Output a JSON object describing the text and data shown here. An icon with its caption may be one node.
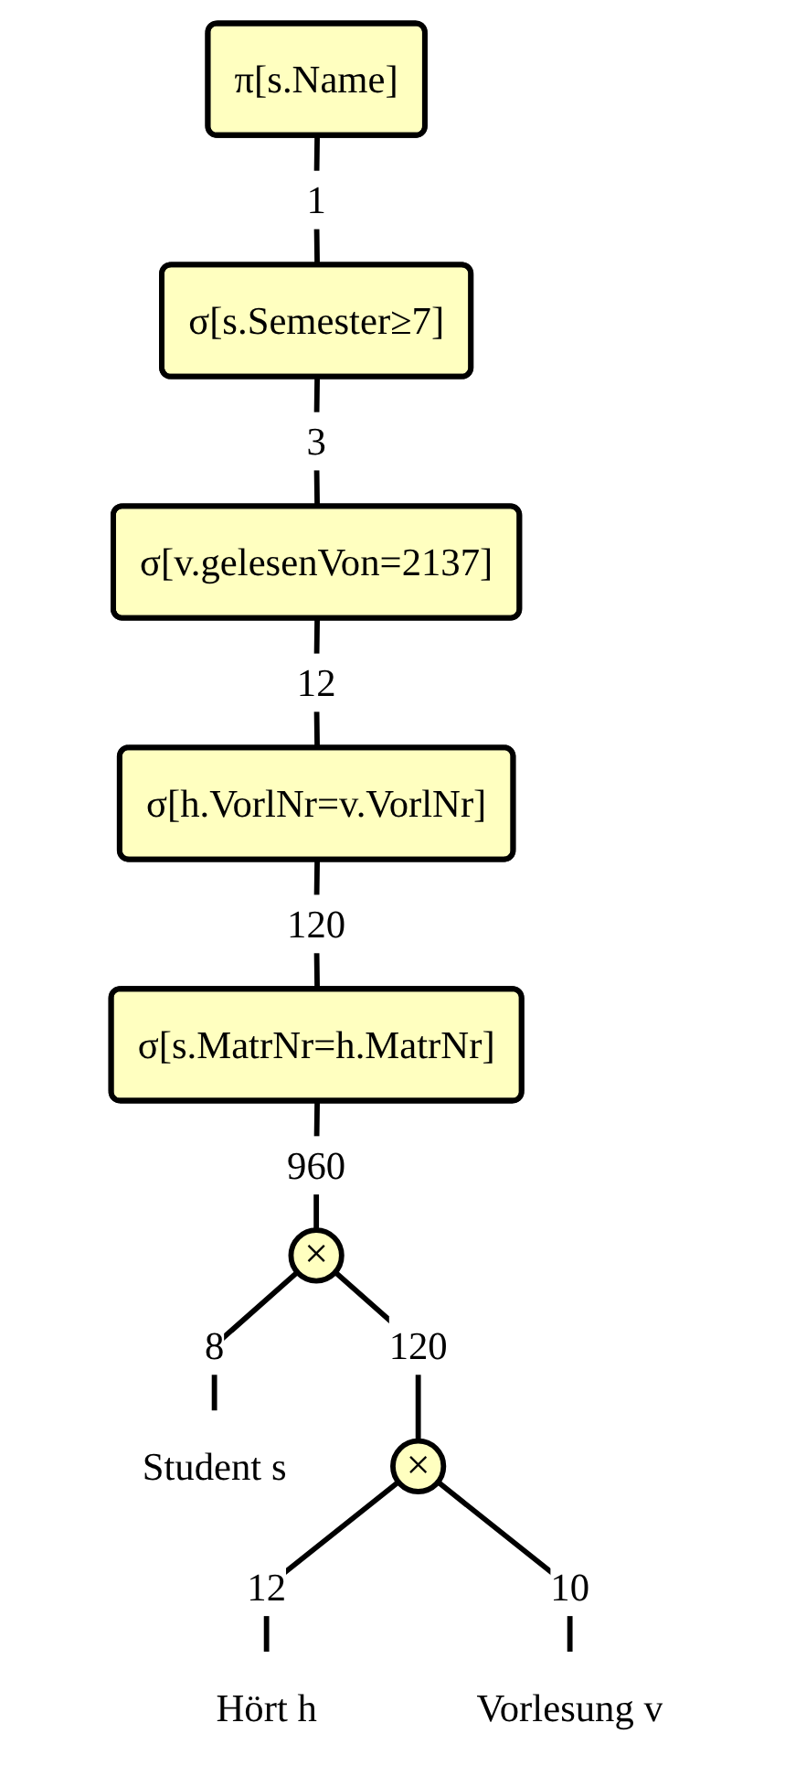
{
  "diagram": {
    "nodes": [
      {
        "text": [
          "π[s.Name]"
        ]
      },
      {
        "text": [
          "σ[s.Semester≥7]"
        ]
      },
      {
        "text": [
          "σ[v.gelesenVon=2137]"
        ]
      },
      {
        "text": [
          "σ[h.VorlNr=v.VorlNr]"
        ]
      },
      {
        "text": [
          "σ[s.MatrNr=h.MatrNr]"
        ]
      },
      {
        "text": [
          "×"
        ]
      },
      {
        "text": [
          "Student s"
        ]
      },
      {
        "text": [
          "×"
        ]
      },
      {
        "text": [
          "Hört h"
        ]
      },
      {
        "text": [
          "Vorlesung v"
        ]
      }
    ],
    "edges": [
      {
        "from": 0,
        "to": 1,
        "arrow": "none",
        "label": "1"
      },
      {
        "from": 1,
        "to": 2,
        "arrow": "none",
        "label": "3"
      },
      {
        "from": 2,
        "to": 3,
        "arrow": "none",
        "label": "12"
      },
      {
        "from": 3,
        "to": 4,
        "arrow": "none",
        "label": "120"
      },
      {
        "from": 4,
        "to": 5,
        "arrow": "none",
        "label": "960"
      },
      {
        "from": 5,
        "to": 6,
        "arrow": "none",
        "label": "8"
      },
      {
        "from": 5,
        "to": 7,
        "arrow": "none",
        "label": "120"
      },
      {
        "from": 7,
        "to": 8,
        "arrow": "none",
        "label": "12"
      },
      {
        "from": 7,
        "to": 9,
        "arrow": "none",
        "label": "10"
      }
    ]
  }
}
